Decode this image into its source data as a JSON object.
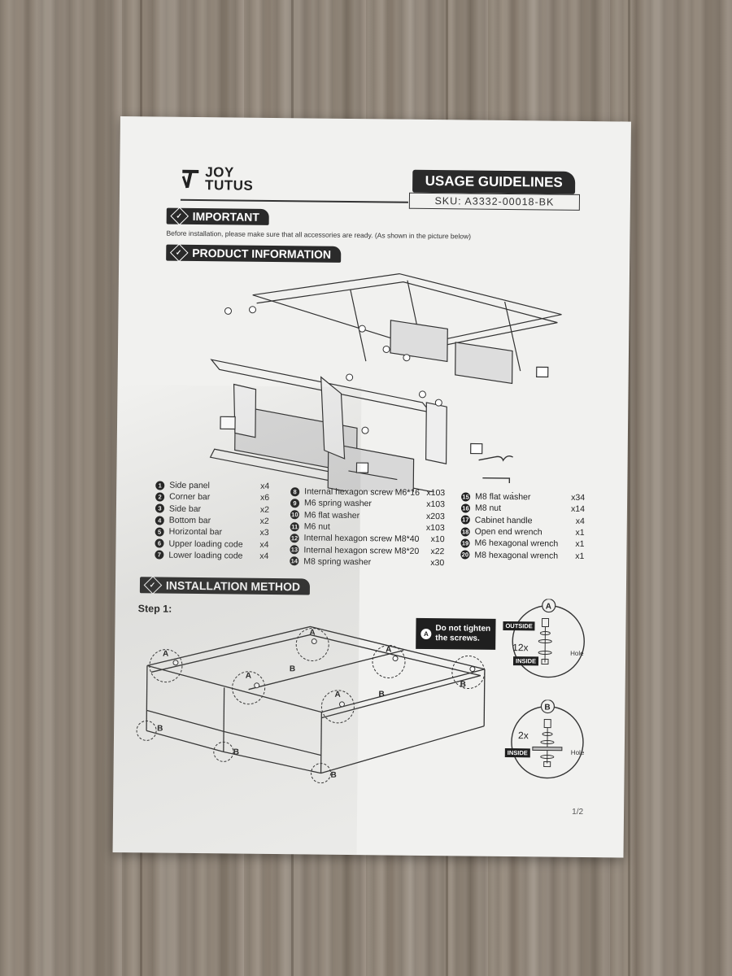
{
  "brand": {
    "line1": "JOY",
    "line2": "TUTUS"
  },
  "header": {
    "title": "USAGE GUIDELINES",
    "sku": "SKU: A3332-00018-BK"
  },
  "important": {
    "label": "IMPORTANT",
    "note": "Before installation, please make sure that all accessories are ready. (As shown in the picture below)"
  },
  "product_info": {
    "label": "PRODUCT INFORMATION"
  },
  "parts": {
    "col1": [
      {
        "num": "1",
        "name": "Side panel",
        "qty": "x4"
      },
      {
        "num": "2",
        "name": "Corner bar",
        "qty": "x6"
      },
      {
        "num": "3",
        "name": "Side bar",
        "qty": "x2"
      },
      {
        "num": "4",
        "name": "Bottom bar",
        "qty": "x2"
      },
      {
        "num": "5",
        "name": "Horizontal bar",
        "qty": "x3"
      },
      {
        "num": "6",
        "name": "Upper loading code",
        "qty": "x4"
      },
      {
        "num": "7",
        "name": "Lower loading code",
        "qty": "x4"
      }
    ],
    "col2": [
      {
        "num": "8",
        "name": "Internal hexagon screw M6*16",
        "qty": "x103"
      },
      {
        "num": "9",
        "name": "M6 spring washer",
        "qty": "x103"
      },
      {
        "num": "10",
        "name": "M6 flat washer",
        "qty": "x203"
      },
      {
        "num": "11",
        "name": "M6 nut",
        "qty": "x103"
      },
      {
        "num": "12",
        "name": "Internal hexagon screw M8*40",
        "qty": "x10"
      },
      {
        "num": "13",
        "name": "Internal hexagon screw M8*20",
        "qty": "x22"
      },
      {
        "num": "14",
        "name": "M8 spring washer",
        "qty": "x30"
      }
    ],
    "col3": [
      {
        "num": "15",
        "name": "M8 flat washer",
        "qty": "x34"
      },
      {
        "num": "16",
        "name": "M8 nut",
        "qty": "x14"
      },
      {
        "num": "17",
        "name": "Cabinet handle",
        "qty": "x4"
      },
      {
        "num": "18",
        "name": "Open end wrench",
        "qty": "x1"
      },
      {
        "num": "19",
        "name": "M6 hexagonal wrench",
        "qty": "x1"
      },
      {
        "num": "20",
        "name": "M8 hexagonal wrench",
        "qty": "x1"
      }
    ]
  },
  "installation": {
    "label": "INSTALLATION METHOD",
    "step": "Step 1:"
  },
  "callout": {
    "badge": "A",
    "text_line1": "Do not tighten",
    "text_line2": "the screws."
  },
  "detail_a": {
    "badge": "A",
    "outside": "OUTSIDE",
    "inside": "INSIDE",
    "count": "12x",
    "hole": "Hole"
  },
  "detail_b": {
    "badge": "B",
    "inside": "INSIDE",
    "count": "2x",
    "hole": "Hole"
  },
  "page": {
    "number": "1/2"
  }
}
